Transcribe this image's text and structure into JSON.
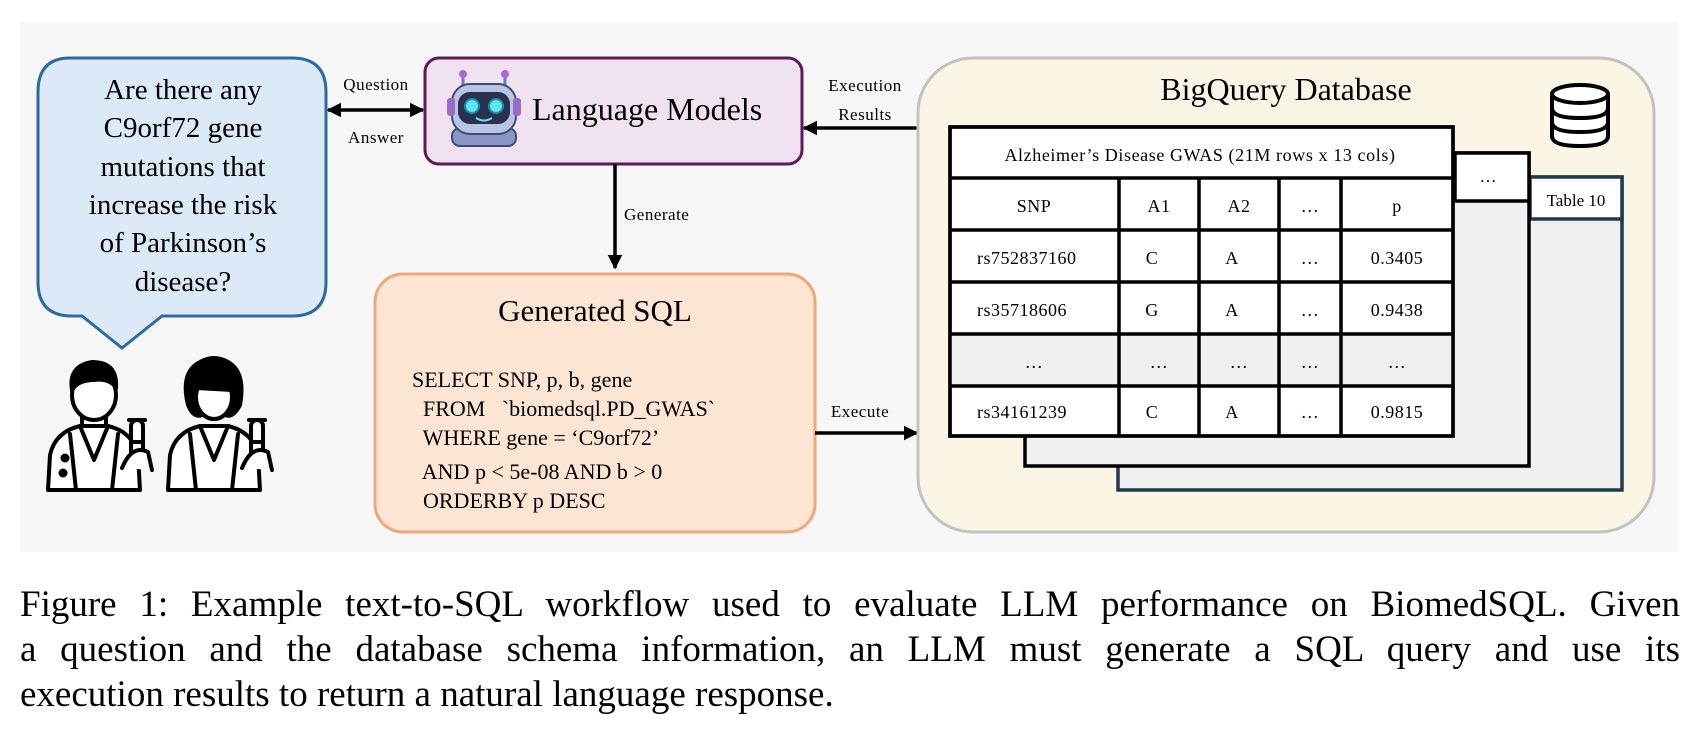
{
  "question": {
    "lines": [
      "Are there any",
      "C9orf72 gene",
      "mutations that",
      "increase the risk",
      "of Parkinson’s",
      "disease?"
    ]
  },
  "labels": {
    "question": "Question",
    "answer": "Answer",
    "generate": "Generate",
    "execute": "Execute",
    "execution_results_line1": "Execution",
    "execution_results_line2": "Results"
  },
  "language_models": {
    "title": "Language Models"
  },
  "generated_sql": {
    "title": "Generated SQL",
    "lines": [
      "SELECT SNP, p, b, gene",
      "  FROM   `biomedsql.PD_GWAS`",
      "  WHERE gene = ‘C9orf72’",
      "  AND p < 5e-08 AND b > 0",
      "  ORDERBY p DESC"
    ]
  },
  "database": {
    "title": "BigQuery Database",
    "back_table_label": "Table 10",
    "middle_table_label": "…",
    "table": {
      "title": "Alzheimer’s Disease GWAS (21M rows x 13 cols)",
      "columns": [
        "SNP",
        "A1",
        "A2",
        "…",
        "p"
      ],
      "rows": [
        [
          "rs752837160",
          "C",
          "A",
          "…",
          "0.3405"
        ],
        [
          "rs35718606",
          "G",
          "A",
          "…",
          "0.9438"
        ],
        [
          "…",
          "…",
          "…",
          "…",
          "…"
        ],
        [
          "rs34161239",
          "C",
          "A",
          "…",
          "0.9815"
        ]
      ]
    }
  },
  "colors": {
    "question_fill": "#dce9f6",
    "question_stroke": "#2d6aa3",
    "lm_fill": "#f1e2f1",
    "lm_stroke": "#5a1c58",
    "sql_fill": "#fde5d3",
    "sql_stroke": "#f0a878",
    "db_fill": "#fbf5e6",
    "db_stroke": "#c2c2c2",
    "back_table_stroke": "#1e3a4c"
  },
  "caption": {
    "line1": "Figure 1: Example text-to-SQL workflow used to evaluate LLM performance on BiomedSQL. Given",
    "line2": "a question and the database schema information, an LLM must generate a SQL query and use its",
    "line3": "execution results to return a natural language response."
  }
}
